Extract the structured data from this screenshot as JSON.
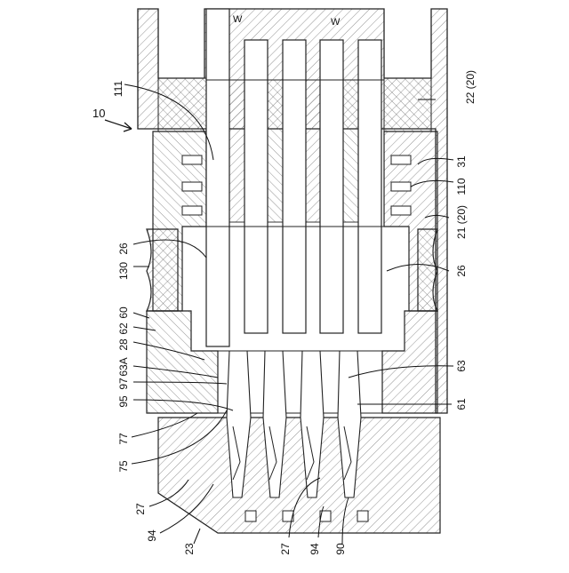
{
  "figure": {
    "assembly_ref": "10",
    "wire_label_left": "W",
    "wire_label_right": "W"
  },
  "labels": {
    "r111": "111",
    "r22": "22 (20)",
    "r31": "31",
    "r110": "110",
    "r21": "21 (20)",
    "r26_left": "26",
    "r26_right": "26",
    "r130": "130",
    "r60": "60",
    "r62": "62",
    "r28": "28",
    "r63a": "63A",
    "r63": "63",
    "r97": "97",
    "r95": "95",
    "r61": "61",
    "r77": "77",
    "r75": "75",
    "r27_left": "27",
    "r94_left": "94",
    "r23": "23",
    "r27_bottom": "27",
    "r94_bottom": "94",
    "r90": "90"
  }
}
